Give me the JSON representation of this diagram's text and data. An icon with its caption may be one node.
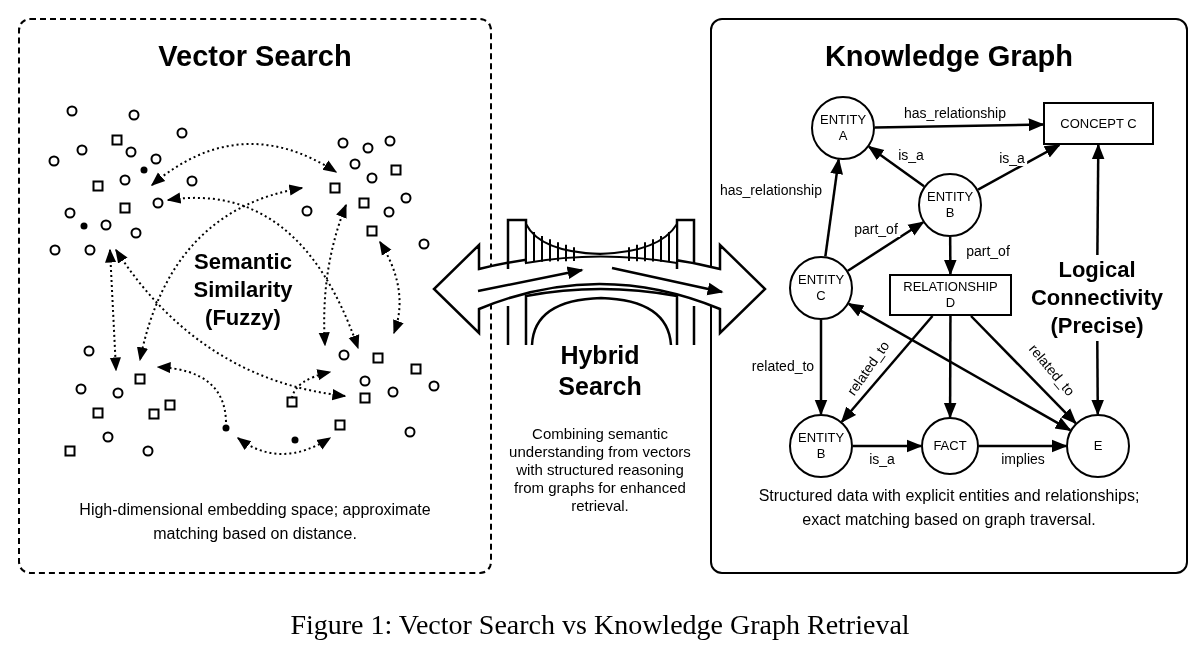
{
  "diagram": {
    "caption": "Figure 1: Vector Search vs Knowledge Graph Retrieval",
    "nodes": [
      {
        "text": [
          "Vector Search",
          "High-dimensional embedding space; approximate matching based on distance."
        ]
      },
      {
        "text": [
          "Knowledge Graph",
          "Structured data with explicit entities and relationships; exact matching based on graph traversal."
        ]
      },
      {
        "text": [
          "ENTITY A"
        ],
        "in": 1
      },
      {
        "text": [
          "CONCEPT C"
        ],
        "in": 1
      },
      {
        "text": [
          "ENTITY B"
        ],
        "in": 1
      },
      {
        "text": [
          "ENTITY C"
        ],
        "in": 1
      },
      {
        "text": [
          "RELATIONSHIP D"
        ],
        "in": 1
      },
      {
        "text": [
          "ENTITY B"
        ],
        "in": 1
      },
      {
        "text": [
          "FACT"
        ],
        "in": 1
      },
      {
        "text": [
          "E"
        ],
        "in": 1
      },
      {
        "text": [
          "Logical Connectivity (Precise)"
        ],
        "in": 1
      }
    ],
    "edges": [
      {
        "from": 0,
        "to": 1,
        "arrow": "both",
        "style": "thick"
      },
      {
        "from": 2,
        "to": 3,
        "arrow": "to",
        "label": "has_relationship"
      },
      {
        "from": 4,
        "to": 2,
        "arrow": "to",
        "label": "is_a"
      },
      {
        "from": 4,
        "to": 3,
        "arrow": "to",
        "label": "is_a"
      },
      {
        "from": 5,
        "to": 2,
        "arrow": "to",
        "label": "has_relationship"
      },
      {
        "from": 5,
        "to": 4,
        "arrow": "to",
        "label": "part_of"
      },
      {
        "from": 4,
        "to": 6,
        "arrow": "to",
        "label": "part_of"
      },
      {
        "from": 5,
        "to": 7,
        "arrow": "to",
        "label": "related_to"
      },
      {
        "from": 6,
        "to": 7,
        "arrow": "to",
        "label": "related_to"
      },
      {
        "from": 6,
        "to": 8,
        "arrow": "to"
      },
      {
        "from": 6,
        "to": 9,
        "arrow": "to",
        "label": "related_to"
      },
      {
        "from": 5,
        "to": 9,
        "arrow": "both"
      },
      {
        "from": 7,
        "to": 8,
        "arrow": "to",
        "label": "is_a"
      },
      {
        "from": 8,
        "to": 9,
        "arrow": "to",
        "label": "implies"
      },
      {
        "from": 10,
        "to": 3,
        "arrow": "to"
      },
      {
        "from": 10,
        "to": 9,
        "arrow": "to"
      }
    ],
    "labels": [
      "Semantic Similarity (Fuzzy)",
      "Hybrid Search",
      "Combining semantic understanding from vectors with structured reasoning from graphs for enhanced retrieval."
    ]
  }
}
